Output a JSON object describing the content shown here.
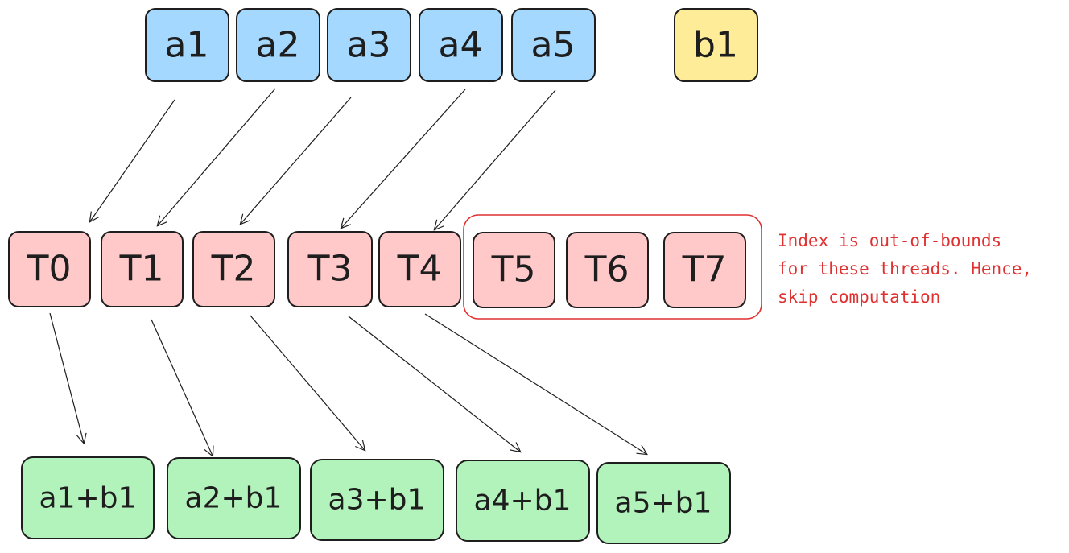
{
  "colors": {
    "input_fill": "#a5d8ff",
    "scalar_fill": "#ffec99",
    "thread_fill": "#ffc9c9",
    "output_fill": "#b2f2bb",
    "stroke": "#1e1e1e",
    "highlight": "#e03131"
  },
  "inputs": [
    "a1",
    "a2",
    "a3",
    "a4",
    "a5"
  ],
  "scalar": "b1",
  "threads": [
    "T0",
    "T1",
    "T2",
    "T3",
    "T4",
    "T5",
    "T6",
    "T7"
  ],
  "outputs": [
    "a1+b1",
    "a2+b1",
    "a3+b1",
    "a4+b1",
    "a5+b1"
  ],
  "note": {
    "lines": [
      "Index is out-of-bounds",
      "for these threads. Hence,",
      "skip computation"
    ]
  }
}
